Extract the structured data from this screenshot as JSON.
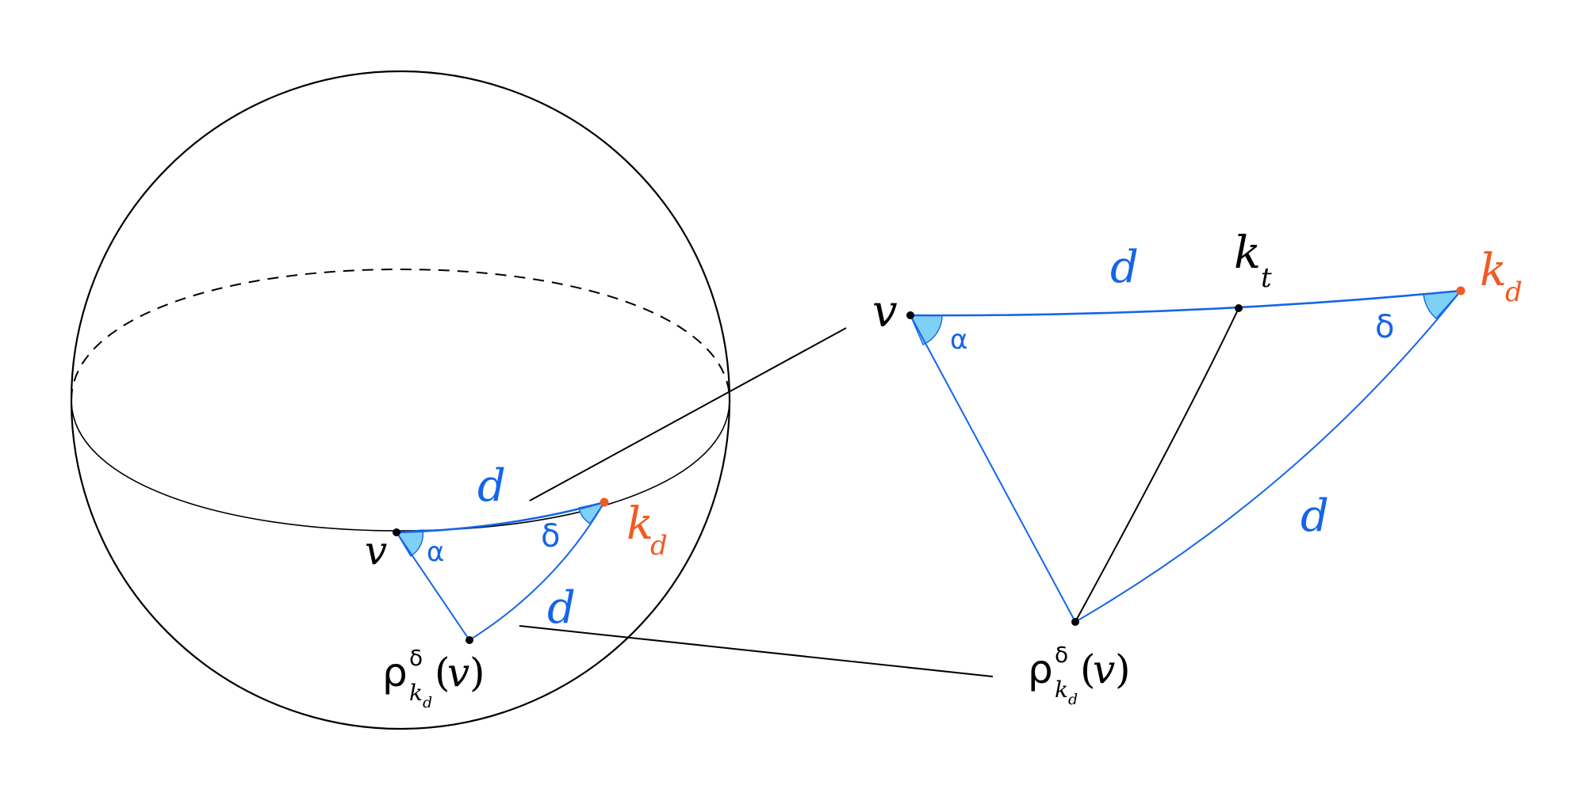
{
  "colors": {
    "black": "#000000",
    "blue": "#1565e8",
    "orange": "#f15a22",
    "angle_fill": "#7fd0f5"
  },
  "labels": {
    "sphere_v": "v",
    "sphere_kd_base": "k",
    "sphere_kd_sub": "d",
    "sphere_d_top": "d",
    "sphere_d_right": "d",
    "sphere_alpha": "α",
    "sphere_delta": "δ",
    "sphere_rho": "ρ",
    "sphere_rho_sup": "δ",
    "sphere_rho_sub_base": "k",
    "sphere_rho_sub_sub": "d",
    "sphere_rho_open": "(",
    "sphere_rho_arg": "v",
    "sphere_rho_close": ")",
    "zoom_v": "v",
    "zoom_kt_base": "k",
    "zoom_kt_sub": "t",
    "zoom_kd_base": "k",
    "zoom_kd_sub": "d",
    "zoom_d_top": "d",
    "zoom_d_right": "d",
    "zoom_alpha": "α",
    "zoom_delta": "δ",
    "zoom_rho": "ρ",
    "zoom_rho_sup": "δ",
    "zoom_rho_sub_base": "k",
    "zoom_rho_sub_sub": "d",
    "zoom_rho_open": "(",
    "zoom_rho_arg": "v",
    "zoom_rho_close": ")"
  }
}
